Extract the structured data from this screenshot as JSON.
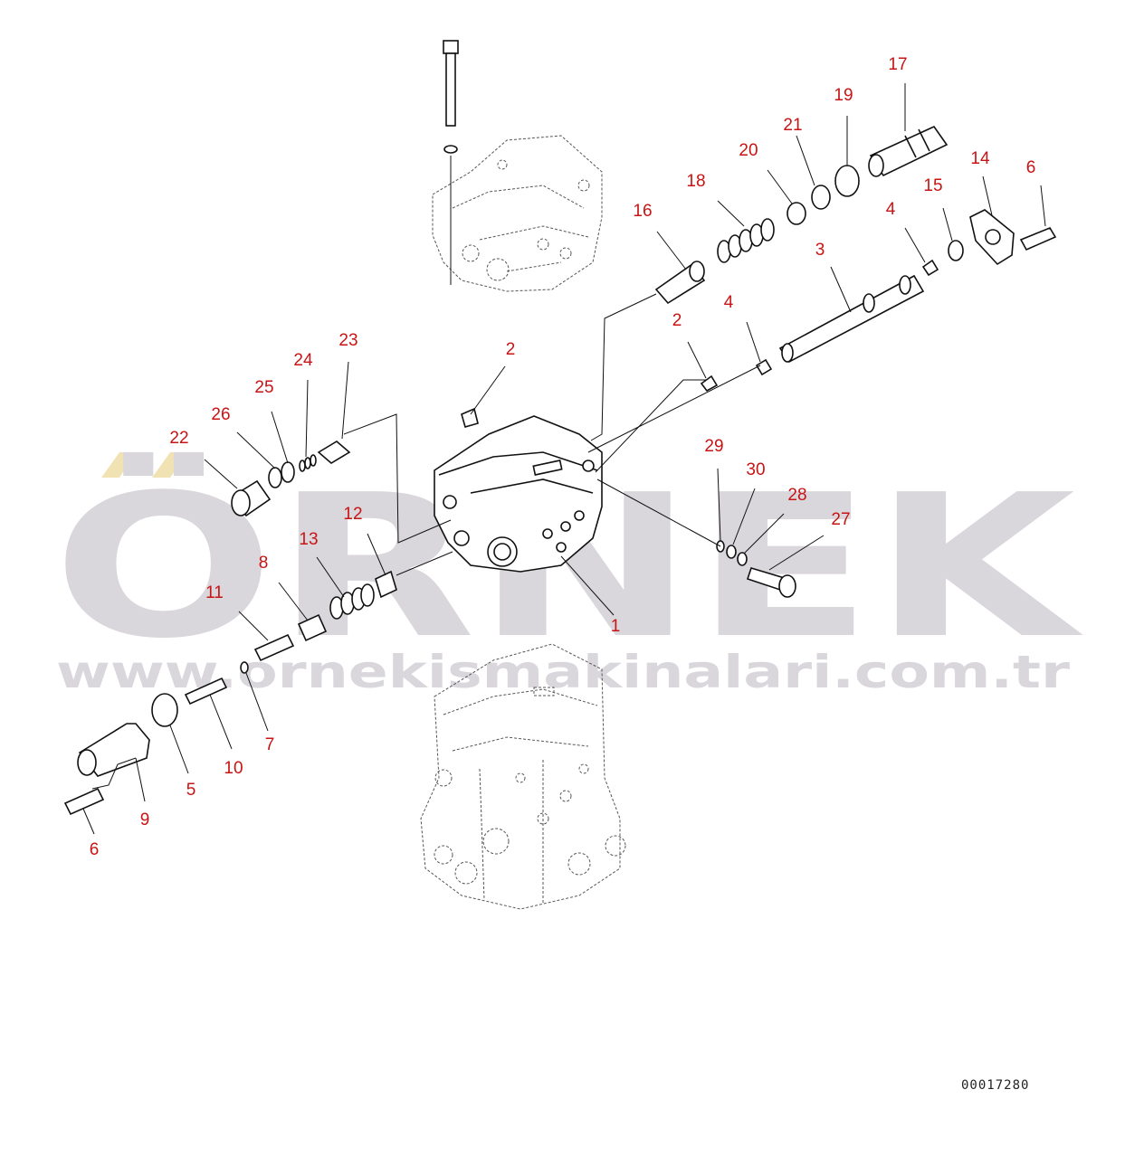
{
  "watermark": {
    "brand": "ÖRNEK",
    "url": "www.ornekismakinalari.com.tr",
    "umlaut_color": "#f1e2b3",
    "text_color": "#d9d6dc"
  },
  "drawing_id": "00017280",
  "callouts": [
    {
      "id": "c17",
      "label": "17"
    },
    {
      "id": "c19",
      "label": "19"
    },
    {
      "id": "c21",
      "label": "21"
    },
    {
      "id": "c20",
      "label": "20"
    },
    {
      "id": "c18",
      "label": "18"
    },
    {
      "id": "c14",
      "label": "14"
    },
    {
      "id": "c6a",
      "label": "6"
    },
    {
      "id": "c15",
      "label": "15"
    },
    {
      "id": "c16",
      "label": "16"
    },
    {
      "id": "c4a",
      "label": "4"
    },
    {
      "id": "c3",
      "label": "3"
    },
    {
      "id": "c2a",
      "label": "2"
    },
    {
      "id": "c4b",
      "label": "4"
    },
    {
      "id": "c2b",
      "label": "2"
    },
    {
      "id": "c23",
      "label": "23"
    },
    {
      "id": "c24",
      "label": "24"
    },
    {
      "id": "c25",
      "label": "25"
    },
    {
      "id": "c26",
      "label": "26"
    },
    {
      "id": "c22",
      "label": "22"
    },
    {
      "id": "c29",
      "label": "29"
    },
    {
      "id": "c30",
      "label": "30"
    },
    {
      "id": "c28",
      "label": "28"
    },
    {
      "id": "c27",
      "label": "27"
    },
    {
      "id": "c12",
      "label": "12"
    },
    {
      "id": "c13",
      "label": "13"
    },
    {
      "id": "c8",
      "label": "8"
    },
    {
      "id": "c11",
      "label": "11"
    },
    {
      "id": "c1",
      "label": "1"
    },
    {
      "id": "c7",
      "label": "7"
    },
    {
      "id": "c10",
      "label": "10"
    },
    {
      "id": "c5",
      "label": "5"
    },
    {
      "id": "c9",
      "label": "9"
    },
    {
      "id": "c6b",
      "label": "6"
    }
  ]
}
